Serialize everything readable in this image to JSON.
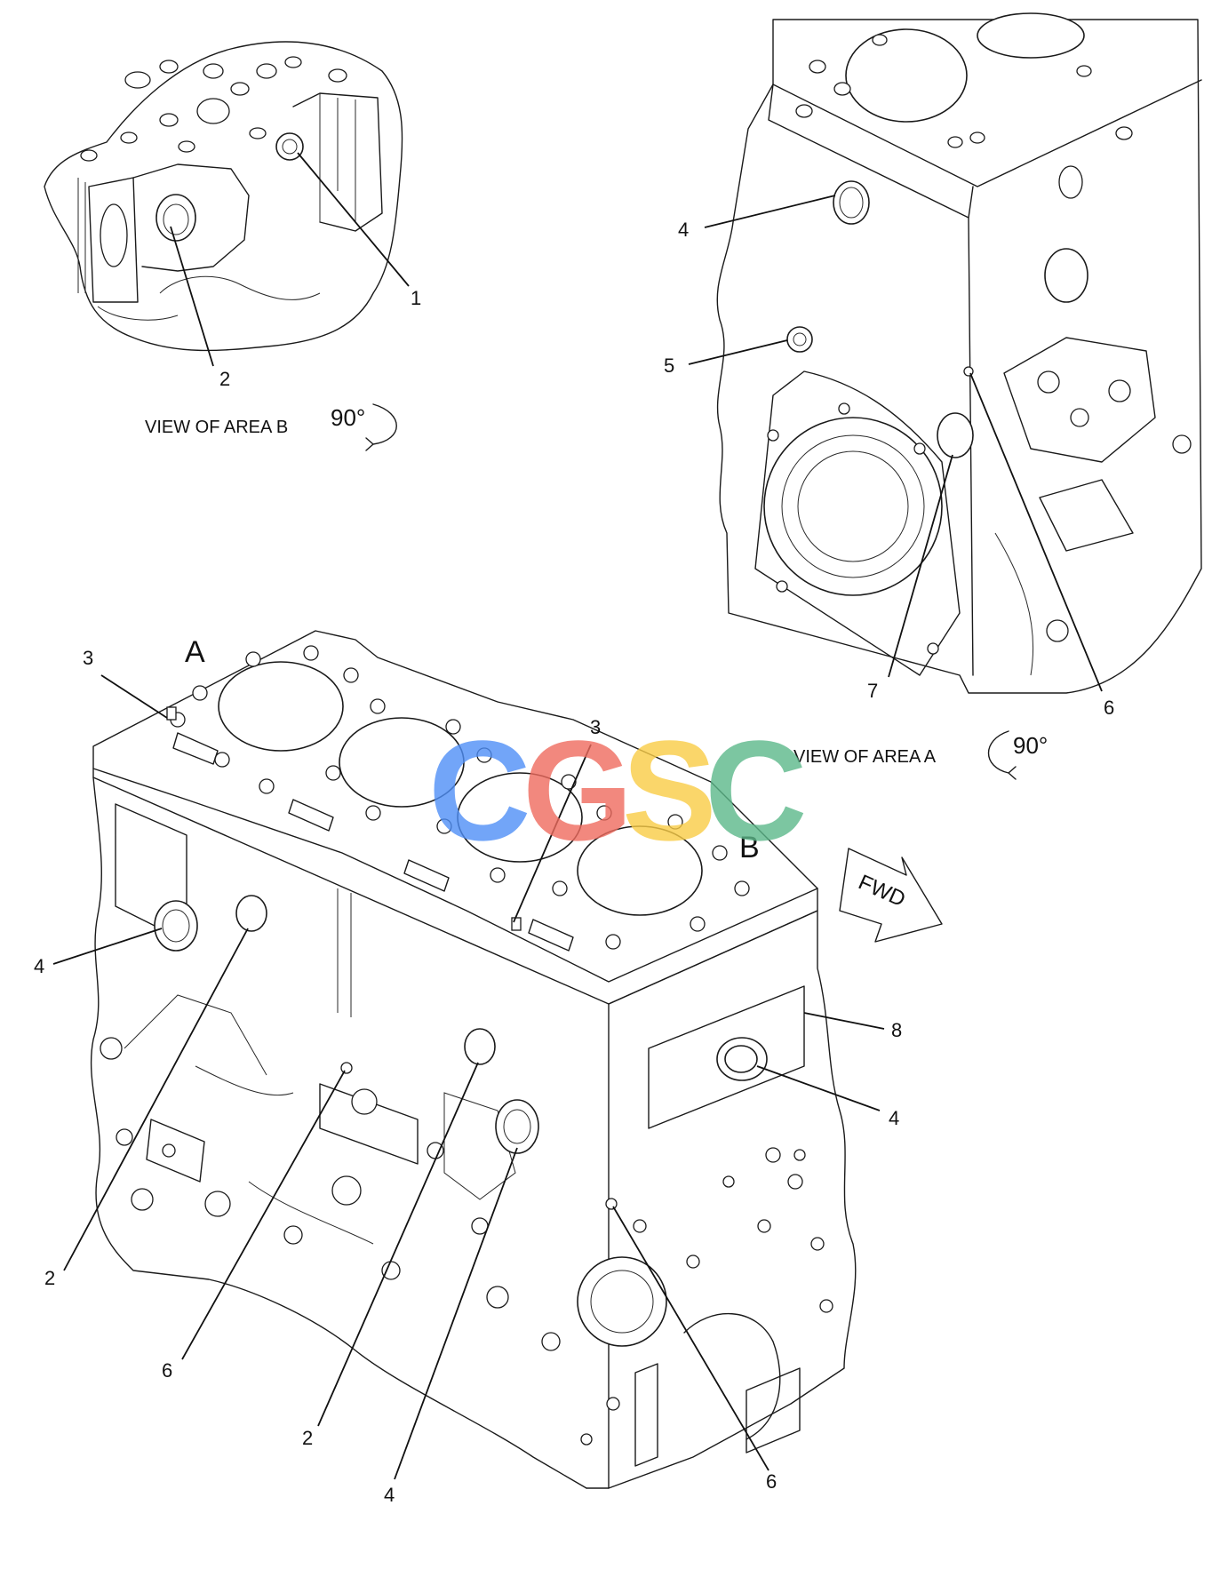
{
  "callouts": {
    "b1": "1",
    "b2": "2",
    "a4": "4",
    "a5": "5",
    "a7": "7",
    "a6": "6",
    "m3a": "3",
    "m3b": "3",
    "m4a": "4",
    "m2a": "2",
    "m6a": "6",
    "m2b": "2",
    "m4b": "4",
    "m6b": "6",
    "m8": "8",
    "m4c": "4"
  },
  "captions": {
    "view_b": "VIEW OF AREA  B",
    "view_a": "VIEW OF AREA  A",
    "rot_b": "90°",
    "rot_a": "90°",
    "label_a": "A",
    "label_b": "B",
    "fwd": "FWD"
  },
  "watermark": {
    "letters": [
      "C",
      "G",
      "S",
      "C"
    ],
    "colors": [
      "#4f8ff7",
      "#ef6b5e",
      "#f9cc46",
      "#5cb88a"
    ]
  }
}
